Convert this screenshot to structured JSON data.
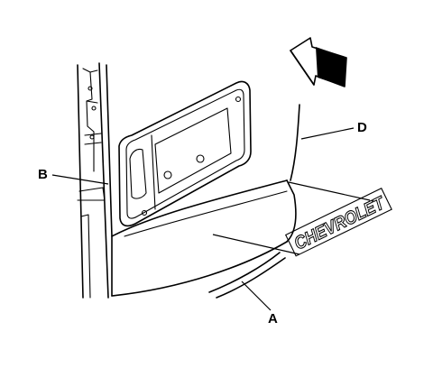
{
  "labels": {
    "a": "A",
    "b": "B",
    "d": "D"
  },
  "emblem": {
    "text": "CHEVROLET"
  },
  "colors": {
    "ink": "#000000",
    "background": "#ffffff"
  },
  "icons": {
    "direction_arrow": "block-arrow-icon"
  }
}
